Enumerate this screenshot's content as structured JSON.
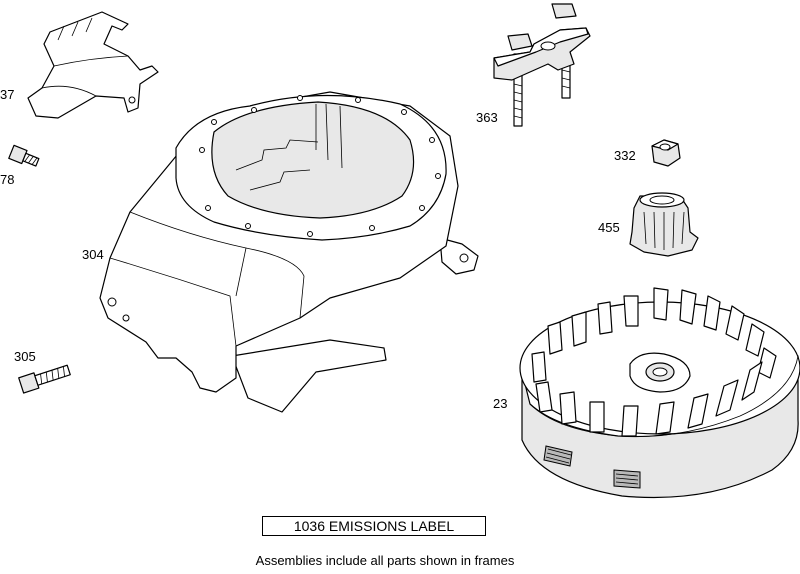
{
  "callouts": {
    "p37": "37",
    "p78": "78",
    "p304": "304",
    "p305": "305",
    "p363": "363",
    "p332": "332",
    "p455": "455",
    "p23": "23"
  },
  "emissions_label": "1036 EMISSIONS LABEL",
  "footer_note": "Assemblies include all parts shown in frames"
}
